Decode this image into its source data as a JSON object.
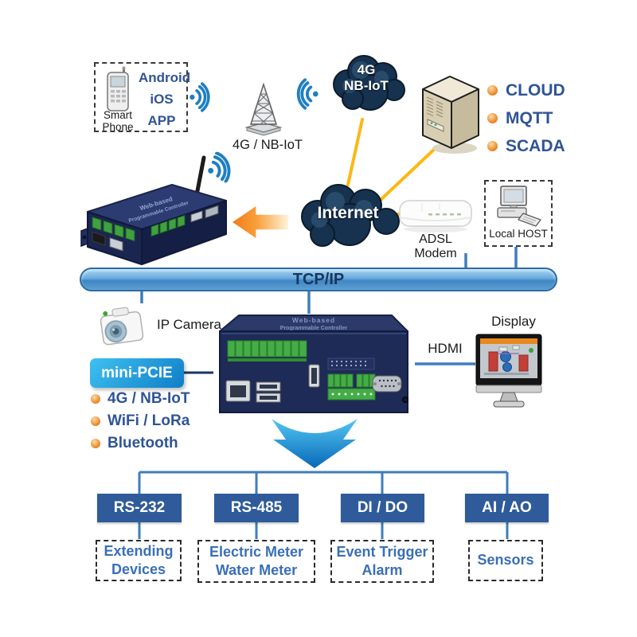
{
  "colors": {
    "navy-text": "#2F5496",
    "device-text-blue": "#3A6FB5",
    "line-blue": "#3E7DBD",
    "line-yellow": "#FDB714",
    "port-box-blue": "#2F5B9A",
    "bullet-orange": "#E8821E",
    "bus-text": "#17375E",
    "mini-pcie-start": "#3FC1F0",
    "mini-pcie-end": "#0E7EC8",
    "arrow-orange": "#F07B1A",
    "arrow-cyan-start": "#53C6F2",
    "arrow-cyan-end": "#0868B8"
  },
  "top": {
    "smart_phone_box": {
      "caption_line1": "Smart",
      "caption_line2": "Phone",
      "app_line1": "Android",
      "app_line2": "iOS",
      "app_line3": "APP"
    },
    "tower_label": "4G / NB-IoT",
    "cloud_4g": {
      "line1": "4G",
      "line2": "NB-IoT"
    },
    "protocols": [
      {
        "label": "CLOUD"
      },
      {
        "label": "MQTT"
      },
      {
        "label": "SCADA"
      }
    ],
    "internet_label": "Internet",
    "adsl_label_line1": "ADSL",
    "adsl_label_line2": "Modem",
    "local_host_label": "Local HOST"
  },
  "bus": {
    "label": "TCP/IP"
  },
  "middle": {
    "ip_camera_label": "IP Camera",
    "mini_pcie_label": "mini-PCIE",
    "features": [
      {
        "label": "4G / NB-IoT"
      },
      {
        "label": "WiFi / LoRa"
      },
      {
        "label": "Bluetooth"
      }
    ],
    "hdmi_label": "HDMI",
    "display_label": "Display",
    "controller": {
      "line1": "Web-based",
      "line2": "Programmable Controller"
    },
    "gateway": {
      "line1": "Web-based",
      "line2": "Programmable Controller"
    }
  },
  "bottom": {
    "interfaces": [
      {
        "port": "RS-232",
        "device_line1": "Extending",
        "device_line2": "Devices"
      },
      {
        "port": "RS-485",
        "device_line1": "Electric Meter",
        "device_line2": "Water Meter"
      },
      {
        "port": "DI / DO",
        "device_line1": "Event Trigger",
        "device_line2": "Alarm"
      },
      {
        "port": "AI / AO",
        "device_line1": "Sensors",
        "device_line2": ""
      }
    ]
  }
}
